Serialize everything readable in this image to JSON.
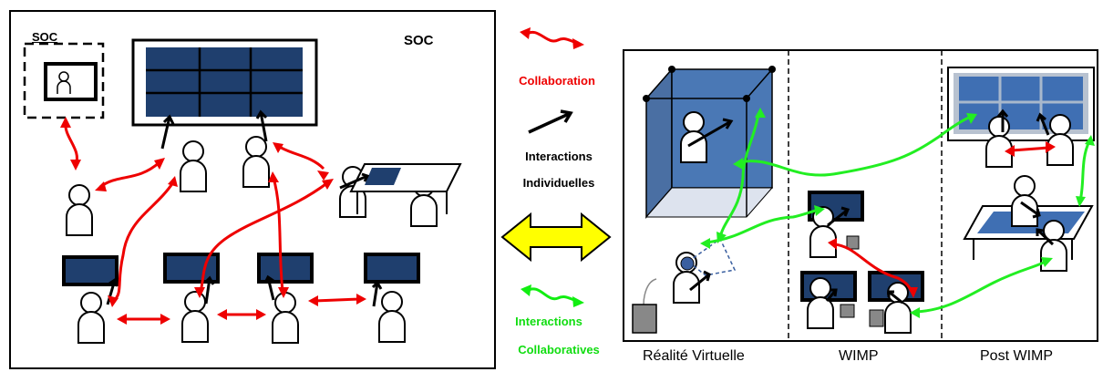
{
  "left_panel": {
    "title": "SOC",
    "inset_title": "SOC"
  },
  "legend": {
    "collaboration": "Collaboration",
    "interactions_individuelles_1": "Interactions",
    "interactions_individuelles_2": "Individuelles",
    "interactions_collaboratives_1": "Interactions",
    "interactions_collaboratives_2": "Collaboratives"
  },
  "right_panel": {
    "sections": [
      "Réalité Virtuelle",
      "WIMP",
      "Post WIMP"
    ]
  },
  "colors": {
    "collaboration": "#ff0000",
    "individual": "#000000",
    "collaborative": "#00ee00",
    "screen": "#1f3f6e",
    "double_arrow": "#ffff00"
  }
}
